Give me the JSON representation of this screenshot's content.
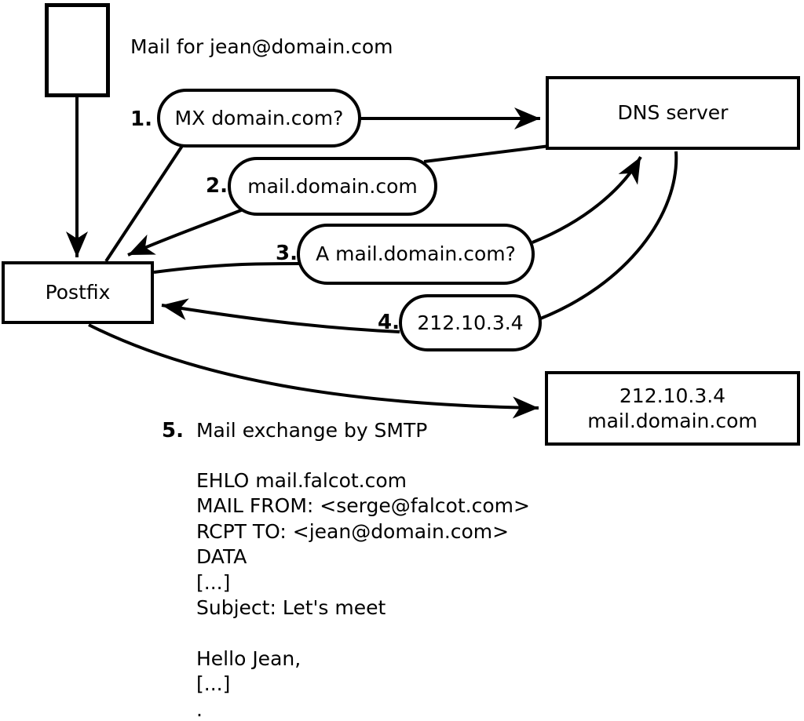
{
  "diagram": {
    "title": "Mail for jean@domain.com",
    "nodes": {
      "sender": {
        "label": ""
      },
      "postfix": {
        "label": "Postfix"
      },
      "dns_server": {
        "label": "DNS server"
      },
      "mail_server": {
        "line1": "212.10.3.4",
        "line2": "mail.domain.com"
      }
    },
    "steps": [
      {
        "num": "1.",
        "label": "MX domain.com?"
      },
      {
        "num": "2.",
        "label": "mail.domain.com"
      },
      {
        "num": "3.",
        "label": "A mail.domain.com?"
      },
      {
        "num": "4.",
        "label": "212.10.3.4"
      },
      {
        "num": "5.",
        "label": "Mail exchange by SMTP"
      }
    ],
    "edges": [
      "sender-to-postfix",
      "postfix-to-mx-query",
      "mx-query-to-dns",
      "dns-to-mx-reply",
      "mx-reply-to-postfix",
      "postfix-to-a-query",
      "a-query-to-dns",
      "dns-to-a-reply",
      "a-reply-to-postfix",
      "postfix-to-mail-server"
    ],
    "smtp_session": [
      "EHLO mail.falcot.com",
      "MAIL FROM: <serge@falcot.com>",
      "RCPT TO: <jean@domain.com>",
      "DATA",
      "[...]",
      "Subject: Let's meet",
      "",
      "Hello Jean,",
      "[...]",
      "."
    ],
    "colors": {
      "stroke": "#000000",
      "fill": "#ffffff"
    }
  }
}
